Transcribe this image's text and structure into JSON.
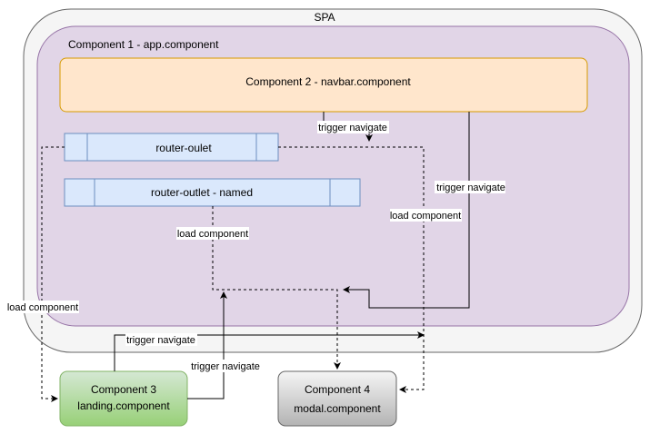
{
  "spa": {
    "title": "SPA"
  },
  "component1": {
    "title": "Component 1 - app.component"
  },
  "component2": {
    "title": "Component 2 -  navbar.component"
  },
  "router_outlet": {
    "label": "router-oulet"
  },
  "router_outlet_named": {
    "label": "router-outlet - named"
  },
  "component3": {
    "line1": "Component 3",
    "line2": "landing.component"
  },
  "component4": {
    "line1": "Component 4",
    "line2": "modal.component"
  },
  "edge_labels": {
    "navbar_to_outlet": "trigger navigate",
    "navbar_to_modal": "trigger navigate",
    "outlet_to_modal": "load component",
    "named_to_modal": "load component",
    "outlet_to_landing": "load component",
    "landing_to_modal": "trigger navigate",
    "landing_up": "trigger navigate"
  },
  "colors": {
    "spa_fill": "#f5f5f5",
    "app_fill": "#e1d5e7",
    "app_stroke": "#9673a6",
    "navbar_fill": "#ffe6cc",
    "navbar_stroke": "#d79b00",
    "outlet_fill": "#dae8fc",
    "outlet_stroke": "#6c8ebf",
    "landing_fill": "#d5e8d4",
    "landing_stroke": "#82b366",
    "modal_fill": "#f5f5f5",
    "modal_stroke": "#666666"
  }
}
